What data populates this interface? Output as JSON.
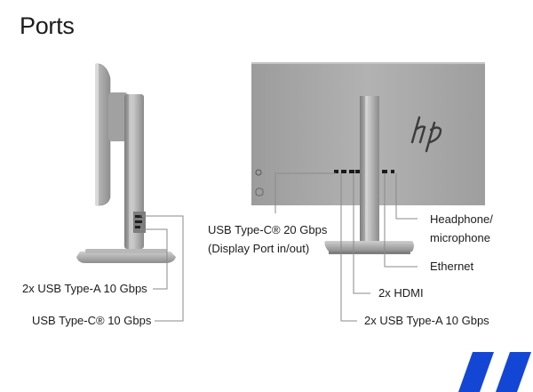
{
  "page": {
    "title": "Ports"
  },
  "side_view": {
    "labels": {
      "usb_a": "2x USB Type-A 10 Gbps",
      "usb_c": "USB Type-C® 10 Gbps"
    }
  },
  "rear_view": {
    "logo_text": "hp",
    "labels": {
      "usb_c_line1": "USB Type-C® 20 Gbps",
      "usb_c_line2": "(Display Port in/out)",
      "headphone_line1": "Headphone/",
      "headphone_line2": "microphone",
      "ethernet": "Ethernet",
      "hdmi": "2x HDMI",
      "usb_a": "2x USB Type-A 10 Gbps"
    }
  },
  "colors": {
    "callout_line": "#8a8a8a",
    "monitor_body": "#9b9b9b",
    "monitor_rear": "#a8a8a8",
    "brand_blue": "#1446d6"
  }
}
